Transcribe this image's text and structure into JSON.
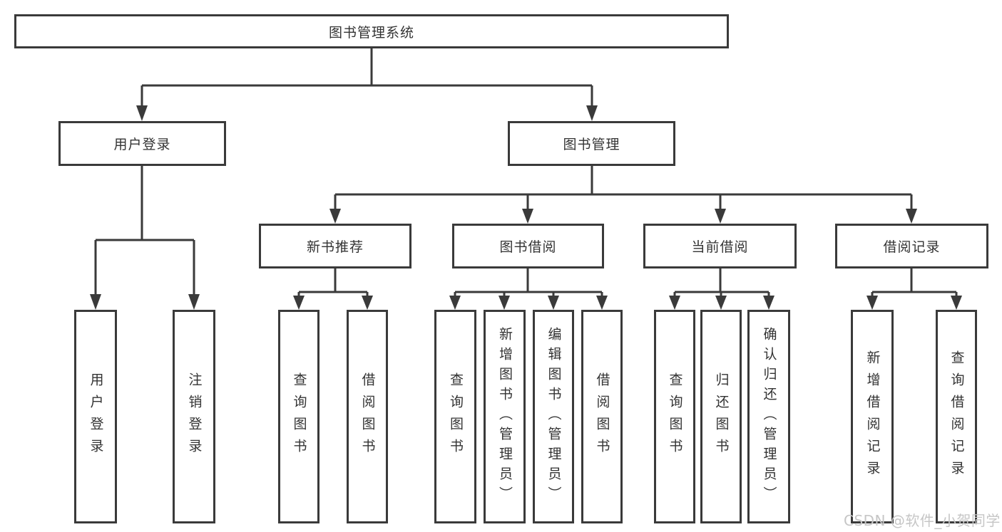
{
  "tree": {
    "label": "图书管理系统",
    "children": [
      {
        "label": "用户登录",
        "children": [
          {
            "label": "用户登录"
          },
          {
            "label": "注销登录"
          }
        ]
      },
      {
        "label": "图书管理",
        "children": [
          {
            "label": "新书推荐",
            "children": [
              {
                "label": "查询图书"
              },
              {
                "label": "借阅图书"
              }
            ]
          },
          {
            "label": "图书借阅",
            "children": [
              {
                "label": "查询图书"
              },
              {
                "label": "新增图书（管理员）"
              },
              {
                "label": "编辑图书（管理员）"
              },
              {
                "label": "借阅图书"
              }
            ]
          },
          {
            "label": "当前借阅",
            "children": [
              {
                "label": "查询图书"
              },
              {
                "label": "归还图书"
              },
              {
                "label": "确认归还（管理员）"
              }
            ]
          },
          {
            "label": "借阅记录",
            "children": [
              {
                "label": "新增借阅记录"
              },
              {
                "label": "查询借阅记录"
              }
            ]
          }
        ]
      }
    ]
  },
  "watermark": "CSDN @软件_小贺同学",
  "colors": {
    "line": "#3a3a3a",
    "box_border": "#3a3a3a",
    "box_fill": "#ffffff",
    "text": "#333333",
    "watermark": "#c6c6c6"
  }
}
